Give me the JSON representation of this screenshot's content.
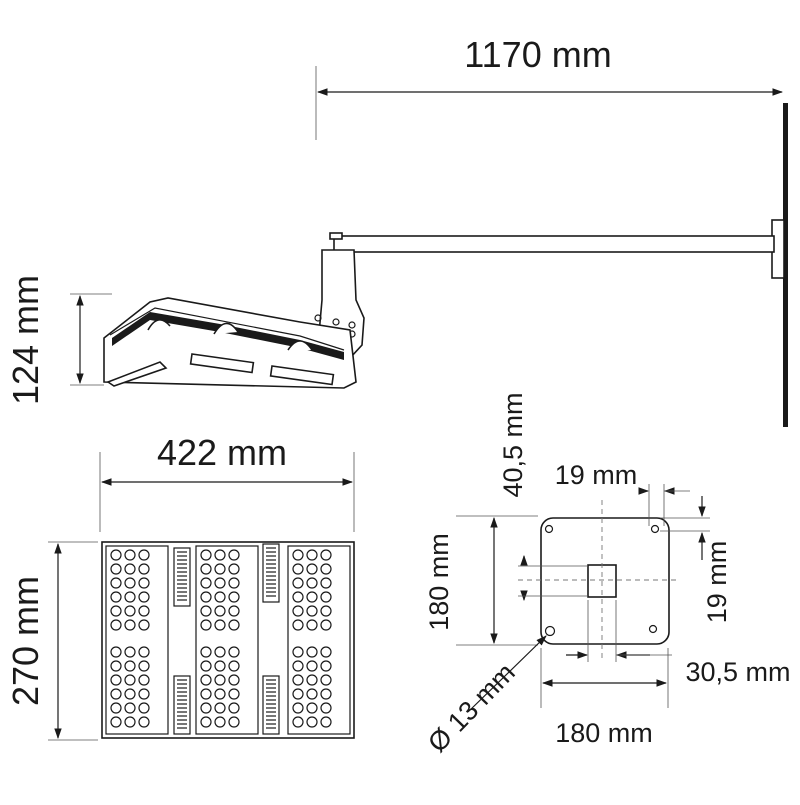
{
  "dimensions": {
    "arm_length": "1170 mm",
    "height": "124 mm",
    "width": "422 mm",
    "depth": "270 mm",
    "plate_offset_top": "40,5 mm",
    "hole_spacing_x": "19 mm",
    "plate_height": "180 mm",
    "hole_spacing_y": "19 mm",
    "hole_diameter": "Ø 13 mm",
    "plate_offset_side": "30,5 mm",
    "plate_width": "180 mm"
  },
  "colors": {
    "line": "#1a1a1a",
    "background": "#ffffff"
  }
}
